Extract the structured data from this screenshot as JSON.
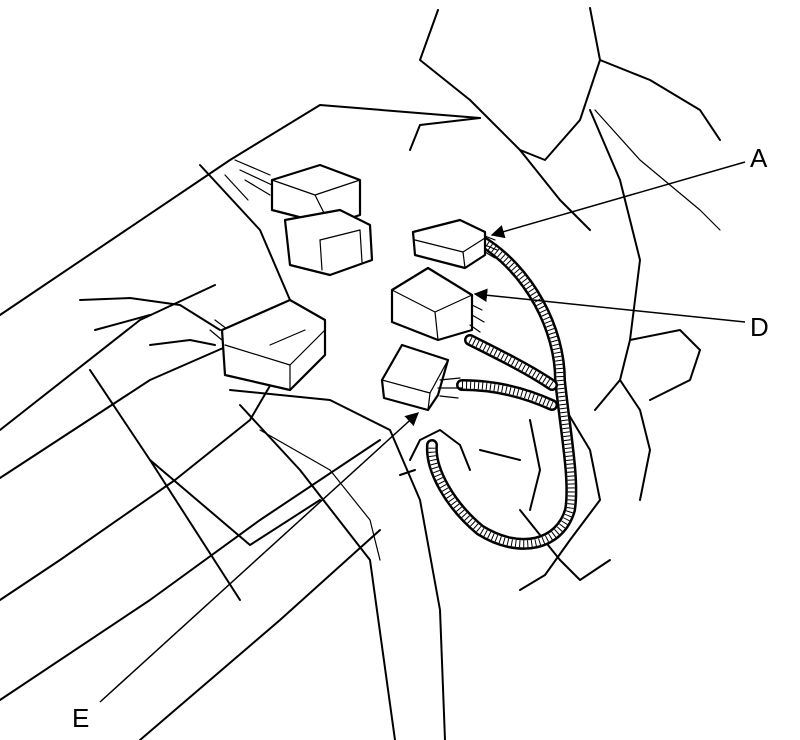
{
  "callouts": {
    "a": "A",
    "d": "D",
    "e": "E"
  },
  "colors": {
    "line": "#000000",
    "background": "#ffffff"
  }
}
